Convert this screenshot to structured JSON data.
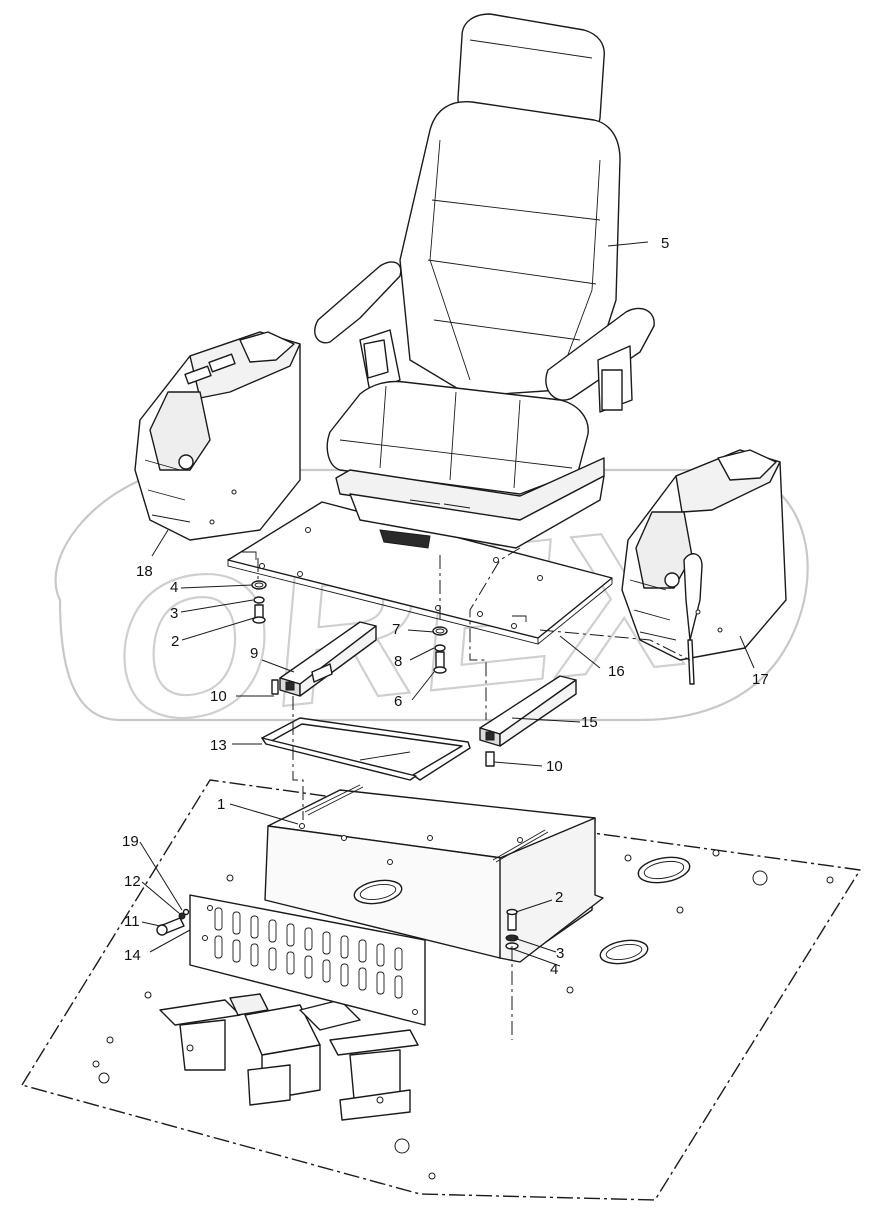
{
  "diagram": {
    "watermark_text": "OREX",
    "callouts": [
      {
        "id": "c1",
        "label": "1"
      },
      {
        "id": "c2a",
        "label": "2"
      },
      {
        "id": "c2b",
        "label": "2"
      },
      {
        "id": "c3a",
        "label": "3"
      },
      {
        "id": "c3b",
        "label": "3"
      },
      {
        "id": "c4a",
        "label": "4"
      },
      {
        "id": "c4b",
        "label": "4"
      },
      {
        "id": "c5",
        "label": "5"
      },
      {
        "id": "c6",
        "label": "6"
      },
      {
        "id": "c7",
        "label": "7"
      },
      {
        "id": "c8",
        "label": "8"
      },
      {
        "id": "c9",
        "label": "9"
      },
      {
        "id": "c10a",
        "label": "10"
      },
      {
        "id": "c10b",
        "label": "10"
      },
      {
        "id": "c11",
        "label": "11"
      },
      {
        "id": "c12",
        "label": "12"
      },
      {
        "id": "c13",
        "label": "13"
      },
      {
        "id": "c14",
        "label": "14"
      },
      {
        "id": "c15",
        "label": "15"
      },
      {
        "id": "c16",
        "label": "16"
      },
      {
        "id": "c17",
        "label": "17"
      },
      {
        "id": "c18",
        "label": "18"
      },
      {
        "id": "c19",
        "label": "19"
      }
    ]
  }
}
